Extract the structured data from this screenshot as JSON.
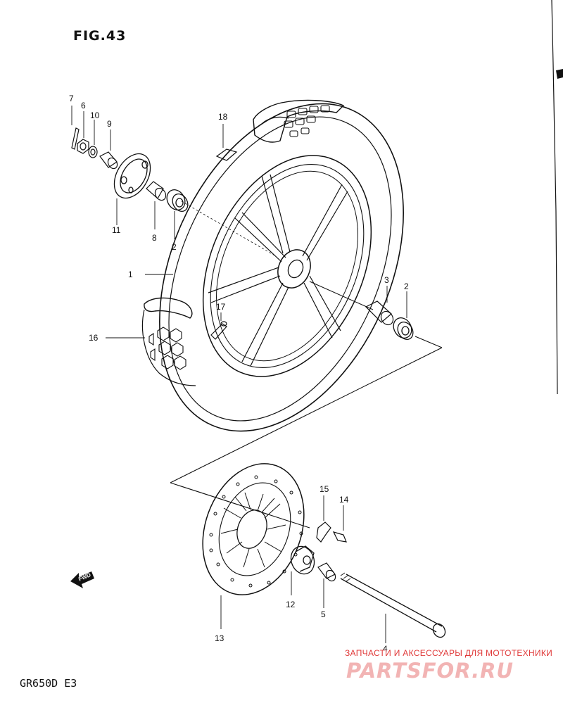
{
  "figure": {
    "title": "FIG.43",
    "model": "GR650D E3"
  },
  "direction_mark": "FWD",
  "callouts": [
    {
      "id": "c1",
      "label": "1"
    },
    {
      "id": "c2a",
      "label": "2"
    },
    {
      "id": "c2b",
      "label": "2"
    },
    {
      "id": "c3",
      "label": "3"
    },
    {
      "id": "c4",
      "label": "4"
    },
    {
      "id": "c5",
      "label": "5"
    },
    {
      "id": "c6",
      "label": "6"
    },
    {
      "id": "c7",
      "label": "7"
    },
    {
      "id": "c8",
      "label": "8"
    },
    {
      "id": "c9",
      "label": "9"
    },
    {
      "id": "c10",
      "label": "10"
    },
    {
      "id": "c11",
      "label": "11"
    },
    {
      "id": "c12",
      "label": "12"
    },
    {
      "id": "c13",
      "label": "13"
    },
    {
      "id": "c14",
      "label": "14"
    },
    {
      "id": "c15",
      "label": "15"
    },
    {
      "id": "c16",
      "label": "16"
    },
    {
      "id": "c17",
      "label": "17"
    },
    {
      "id": "c18",
      "label": "18"
    }
  ],
  "watermark": {
    "tagline": "ЗАПЧАСТИ И АКСЕССУАРЫ ДЛЯ МОТОТЕХНИКИ",
    "brand": "PARTSFOR.RU",
    "color": "#e03a3a"
  }
}
